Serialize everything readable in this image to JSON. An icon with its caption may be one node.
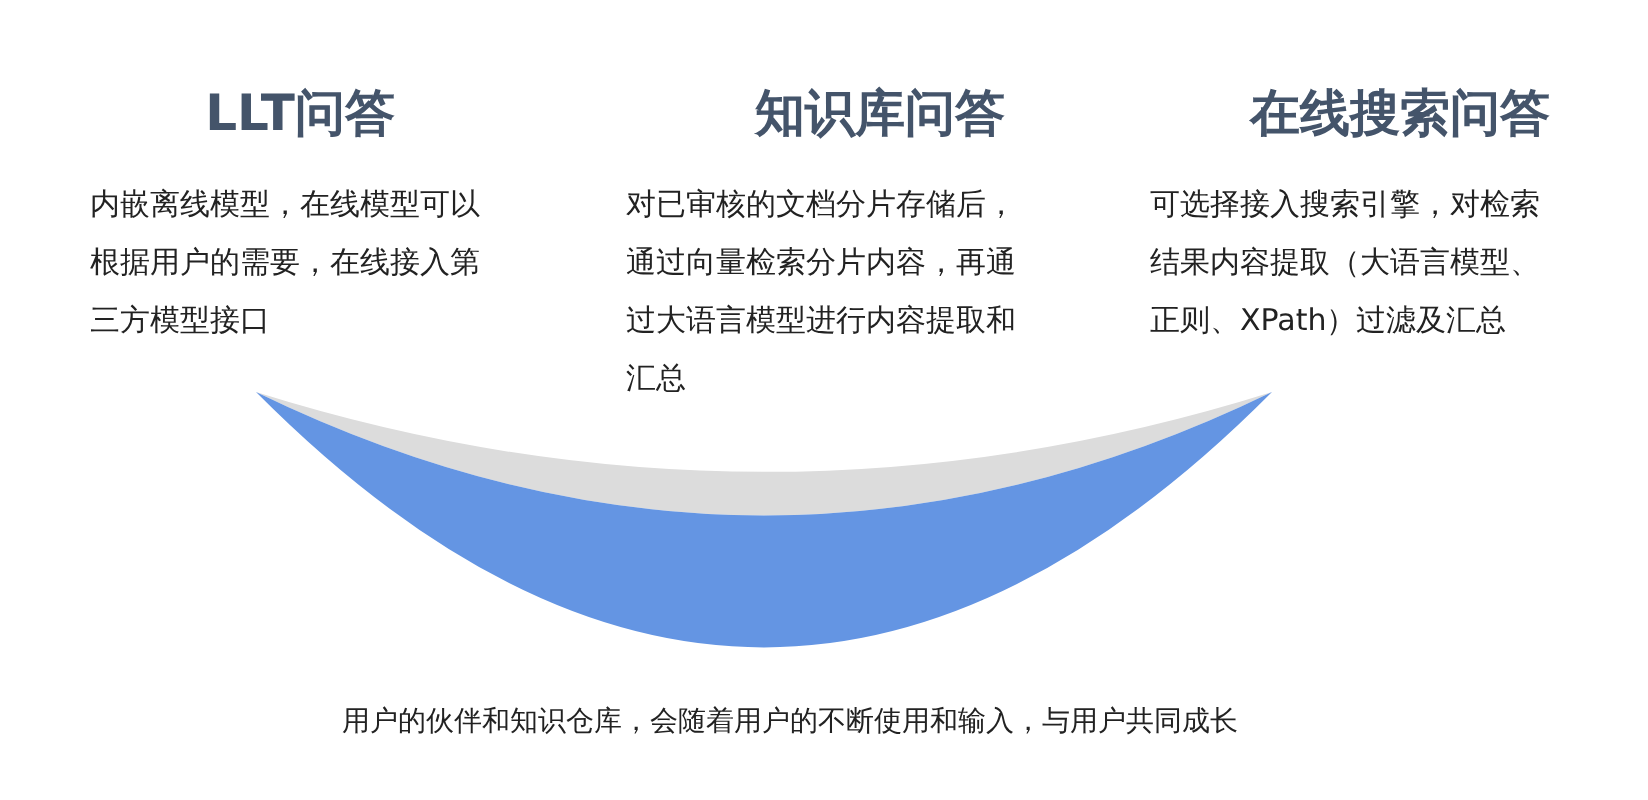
{
  "diagram": {
    "caption": "用户的伙伴和知识仓库，会随着用户的不断使用和输入，与用户共同成长",
    "nodes": [
      {
        "text": [],
        "shape": "arc"
      }
    ],
    "labels": [
      "LLT问答",
      "内嵌离线模型，在线模型可以根据用户的需要，在线接入第三方模型接口",
      "知识库问答",
      "对已审核的文档分片存储后，通过向量检索分片内容，再通过大语言模型进行内容提取和汇总",
      "在线搜索问答",
      "可选择接入搜索引擎，对检索结果内容提取（大语言模型、正则、XPath）过滤及汇总"
    ]
  }
}
